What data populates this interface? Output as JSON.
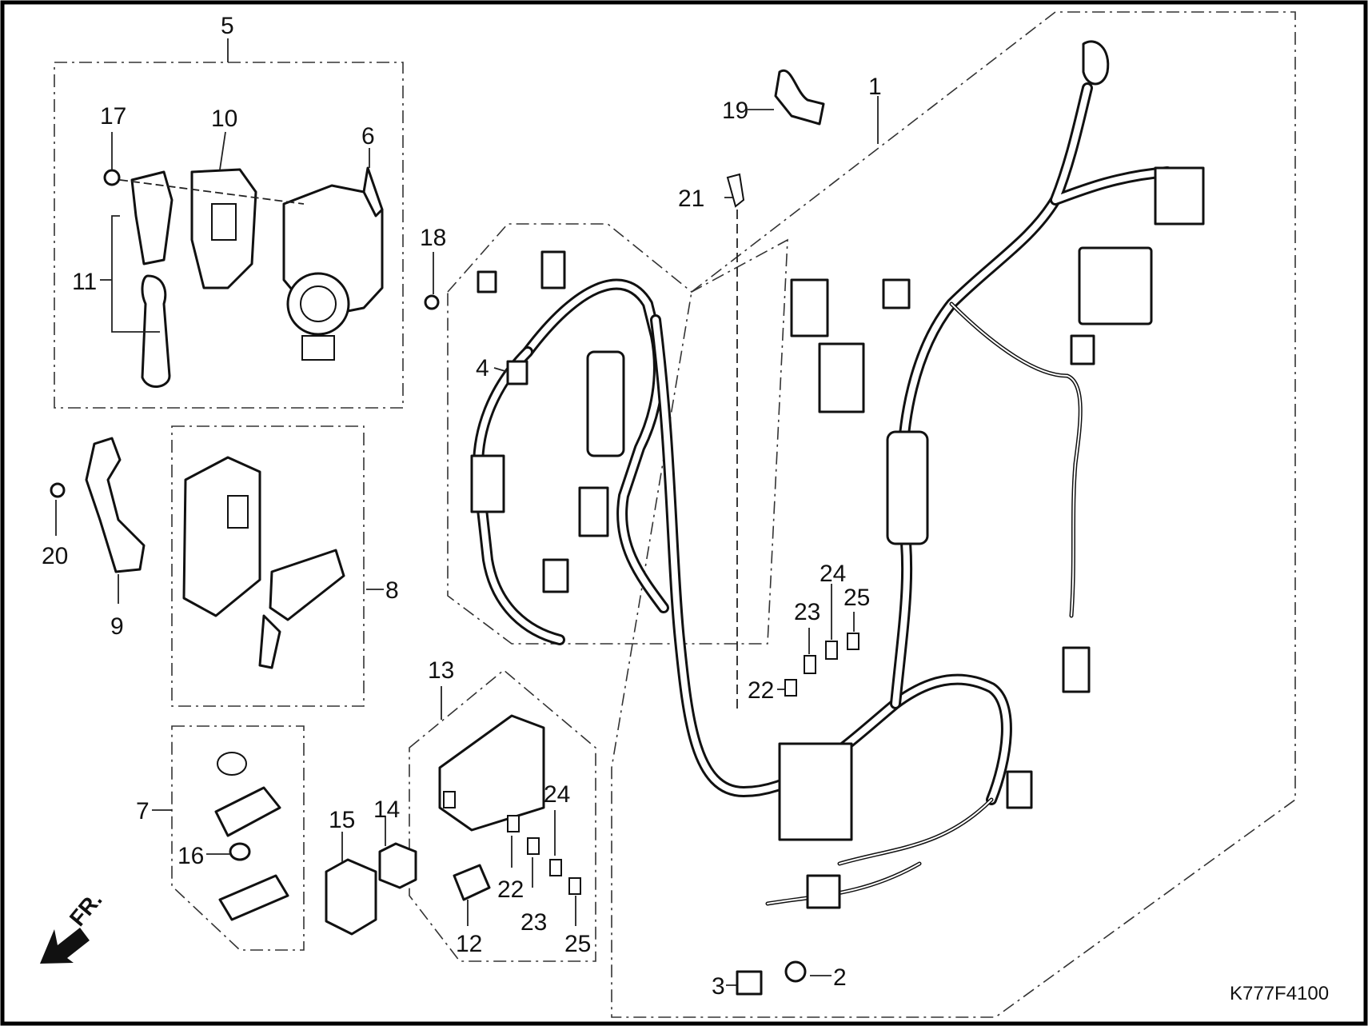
{
  "diagram": {
    "callouts": [
      "1",
      "2",
      "3",
      "4",
      "5",
      "6",
      "7",
      "8",
      "9",
      "10",
      "11",
      "12",
      "13",
      "14",
      "15",
      "16",
      "17",
      "18",
      "19",
      "20",
      "21",
      "22",
      "22",
      "23",
      "23",
      "24",
      "24",
      "25",
      "25"
    ],
    "callout_labels": {
      "c1": "1",
      "c2": "2",
      "c3": "3",
      "c4": "4",
      "c5": "5",
      "c6": "6",
      "c7": "7",
      "c8": "8",
      "c9": "9",
      "c10": "10",
      "c11": "11",
      "c12": "12",
      "c13": "13",
      "c14": "14",
      "c15": "15",
      "c16": "16",
      "c17": "17",
      "c18": "18",
      "c19": "19",
      "c20": "20",
      "c21": "21",
      "c22a": "22",
      "c23a": "23",
      "c24a": "24",
      "c25a": "25",
      "c22b": "22",
      "c23b": "23",
      "c24b": "24",
      "c25b": "25"
    },
    "direction_label": "FR.",
    "drawing_code": "K777F4100"
  }
}
